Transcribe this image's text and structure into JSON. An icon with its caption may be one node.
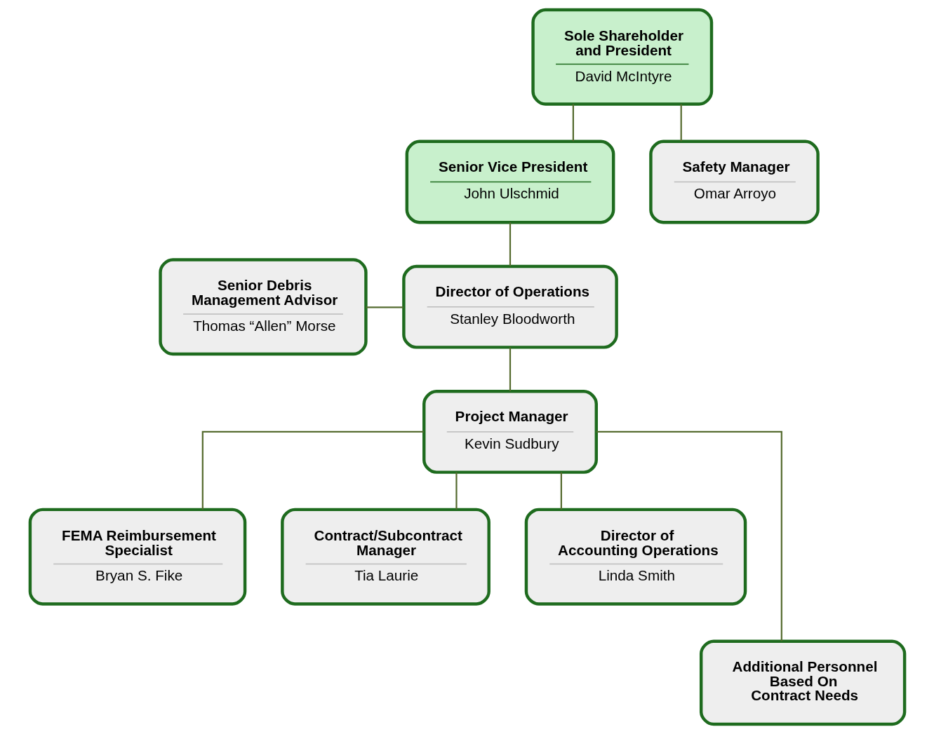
{
  "diagram": {
    "nodes": [
      {
        "text": [
          "Sole Shareholder and President",
          "David McIntyre"
        ]
      },
      {
        "text": [
          "Senior Vice President",
          "John Ulschmid"
        ]
      },
      {
        "text": [
          "Safety Manager",
          "Omar Arroyo"
        ]
      },
      {
        "text": [
          "Senior Debris Management Advisor",
          "Thomas “Allen” Morse"
        ]
      },
      {
        "text": [
          "Director of Operations",
          "Stanley Bloodworth"
        ]
      },
      {
        "text": [
          "Project Manager",
          "Kevin Sudbury"
        ]
      },
      {
        "text": [
          "FEMA Reimbursement Specialist",
          "Bryan S. Fike"
        ]
      },
      {
        "text": [
          "Contract/Subcontract Manager",
          "Tia Laurie"
        ]
      },
      {
        "text": [
          "Director of Accounting Operations",
          "Linda Smith"
        ]
      },
      {
        "text": [
          "Additional Personnel Based On Contract Needs"
        ]
      }
    ],
    "edges": [
      {
        "from": 0,
        "to": 1,
        "arrow": "none"
      },
      {
        "from": 0,
        "to": 2,
        "arrow": "none"
      },
      {
        "from": 1,
        "to": 4,
        "arrow": "none"
      },
      {
        "from": 3,
        "to": 4,
        "arrow": "none"
      },
      {
        "from": 4,
        "to": 5,
        "arrow": "none"
      },
      {
        "from": 5,
        "to": 6,
        "arrow": "none"
      },
      {
        "from": 5,
        "to": 7,
        "arrow": "none"
      },
      {
        "from": 5,
        "to": 8,
        "arrow": "none"
      },
      {
        "from": 5,
        "to": 9,
        "arrow": "none"
      }
    ]
  }
}
